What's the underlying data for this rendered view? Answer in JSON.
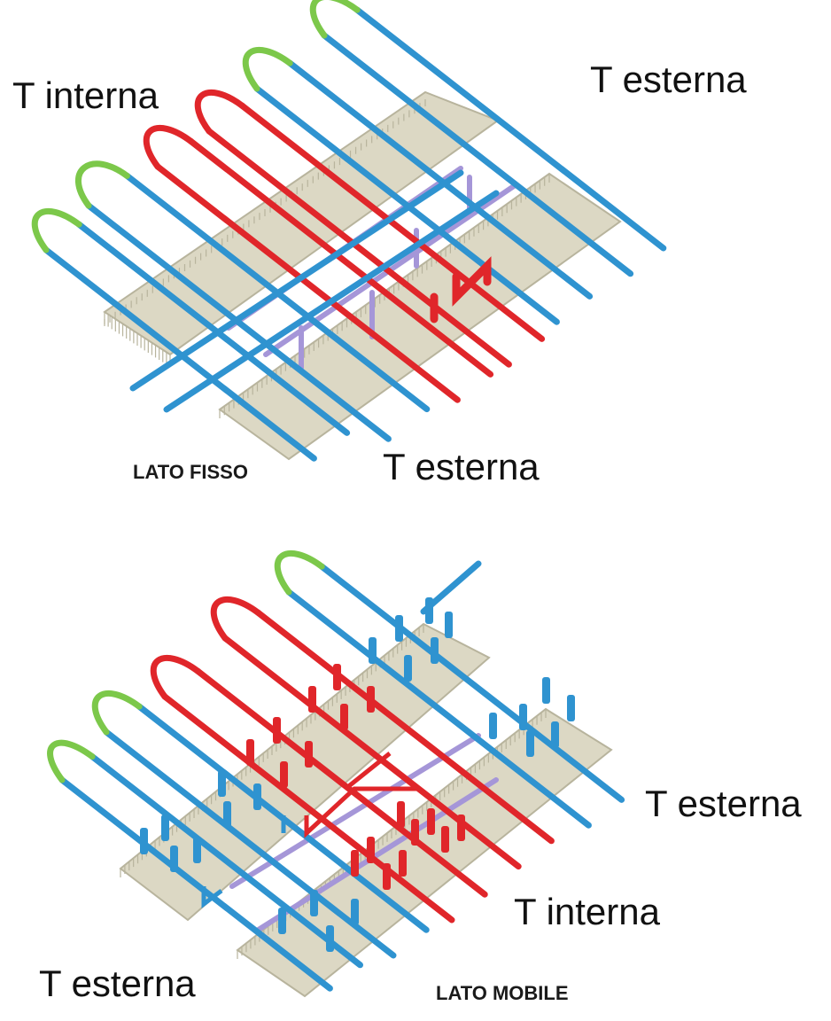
{
  "top": {
    "label_internal": "T interna",
    "label_external_right": "T esterna",
    "label_external_bottom": "T esterna",
    "side_label": "LATO FISSO"
  },
  "bottom": {
    "label_external_right": "T esterna",
    "label_internal": "T interna",
    "label_external_left": "T esterna",
    "side_label": "LATO MOBILE"
  },
  "colors": {
    "external_pipe": "#2f93d0",
    "internal_pipe": "#e0262a",
    "bend": "#7cc84a",
    "manifold": "#a596d8",
    "plate": "#dcd8c4",
    "plate_edge": "#b8b49d"
  }
}
